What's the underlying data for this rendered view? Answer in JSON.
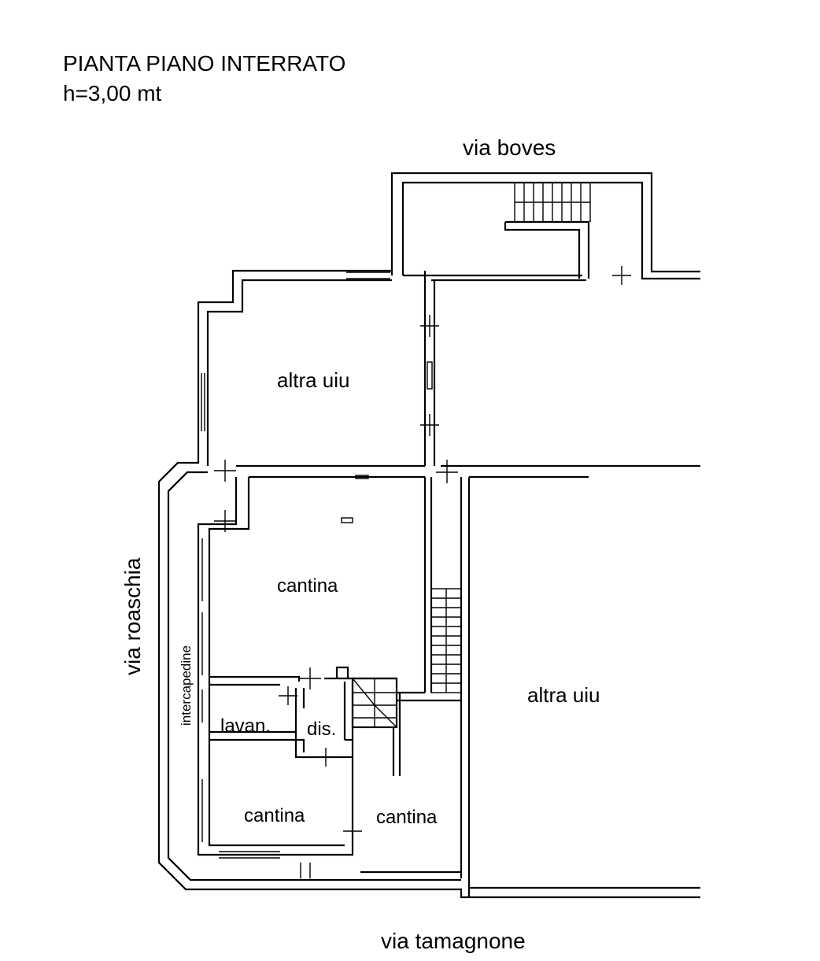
{
  "title": {
    "line1": "PIANTA PIANO INTERRATO",
    "line2": "h=3,00 mt"
  },
  "streets": {
    "north": "via boves",
    "west": "via roaschia",
    "south": "via tamagnone"
  },
  "rooms": {
    "upper_left": "altra uiu",
    "right": "altra uiu",
    "cantina_main": "cantina",
    "cantina_lower_left": "cantina",
    "cantina_lower_right": "cantina",
    "lavanderia": "lavan.",
    "disimpegno": "dis.",
    "intercapedine": "intercapedine"
  }
}
